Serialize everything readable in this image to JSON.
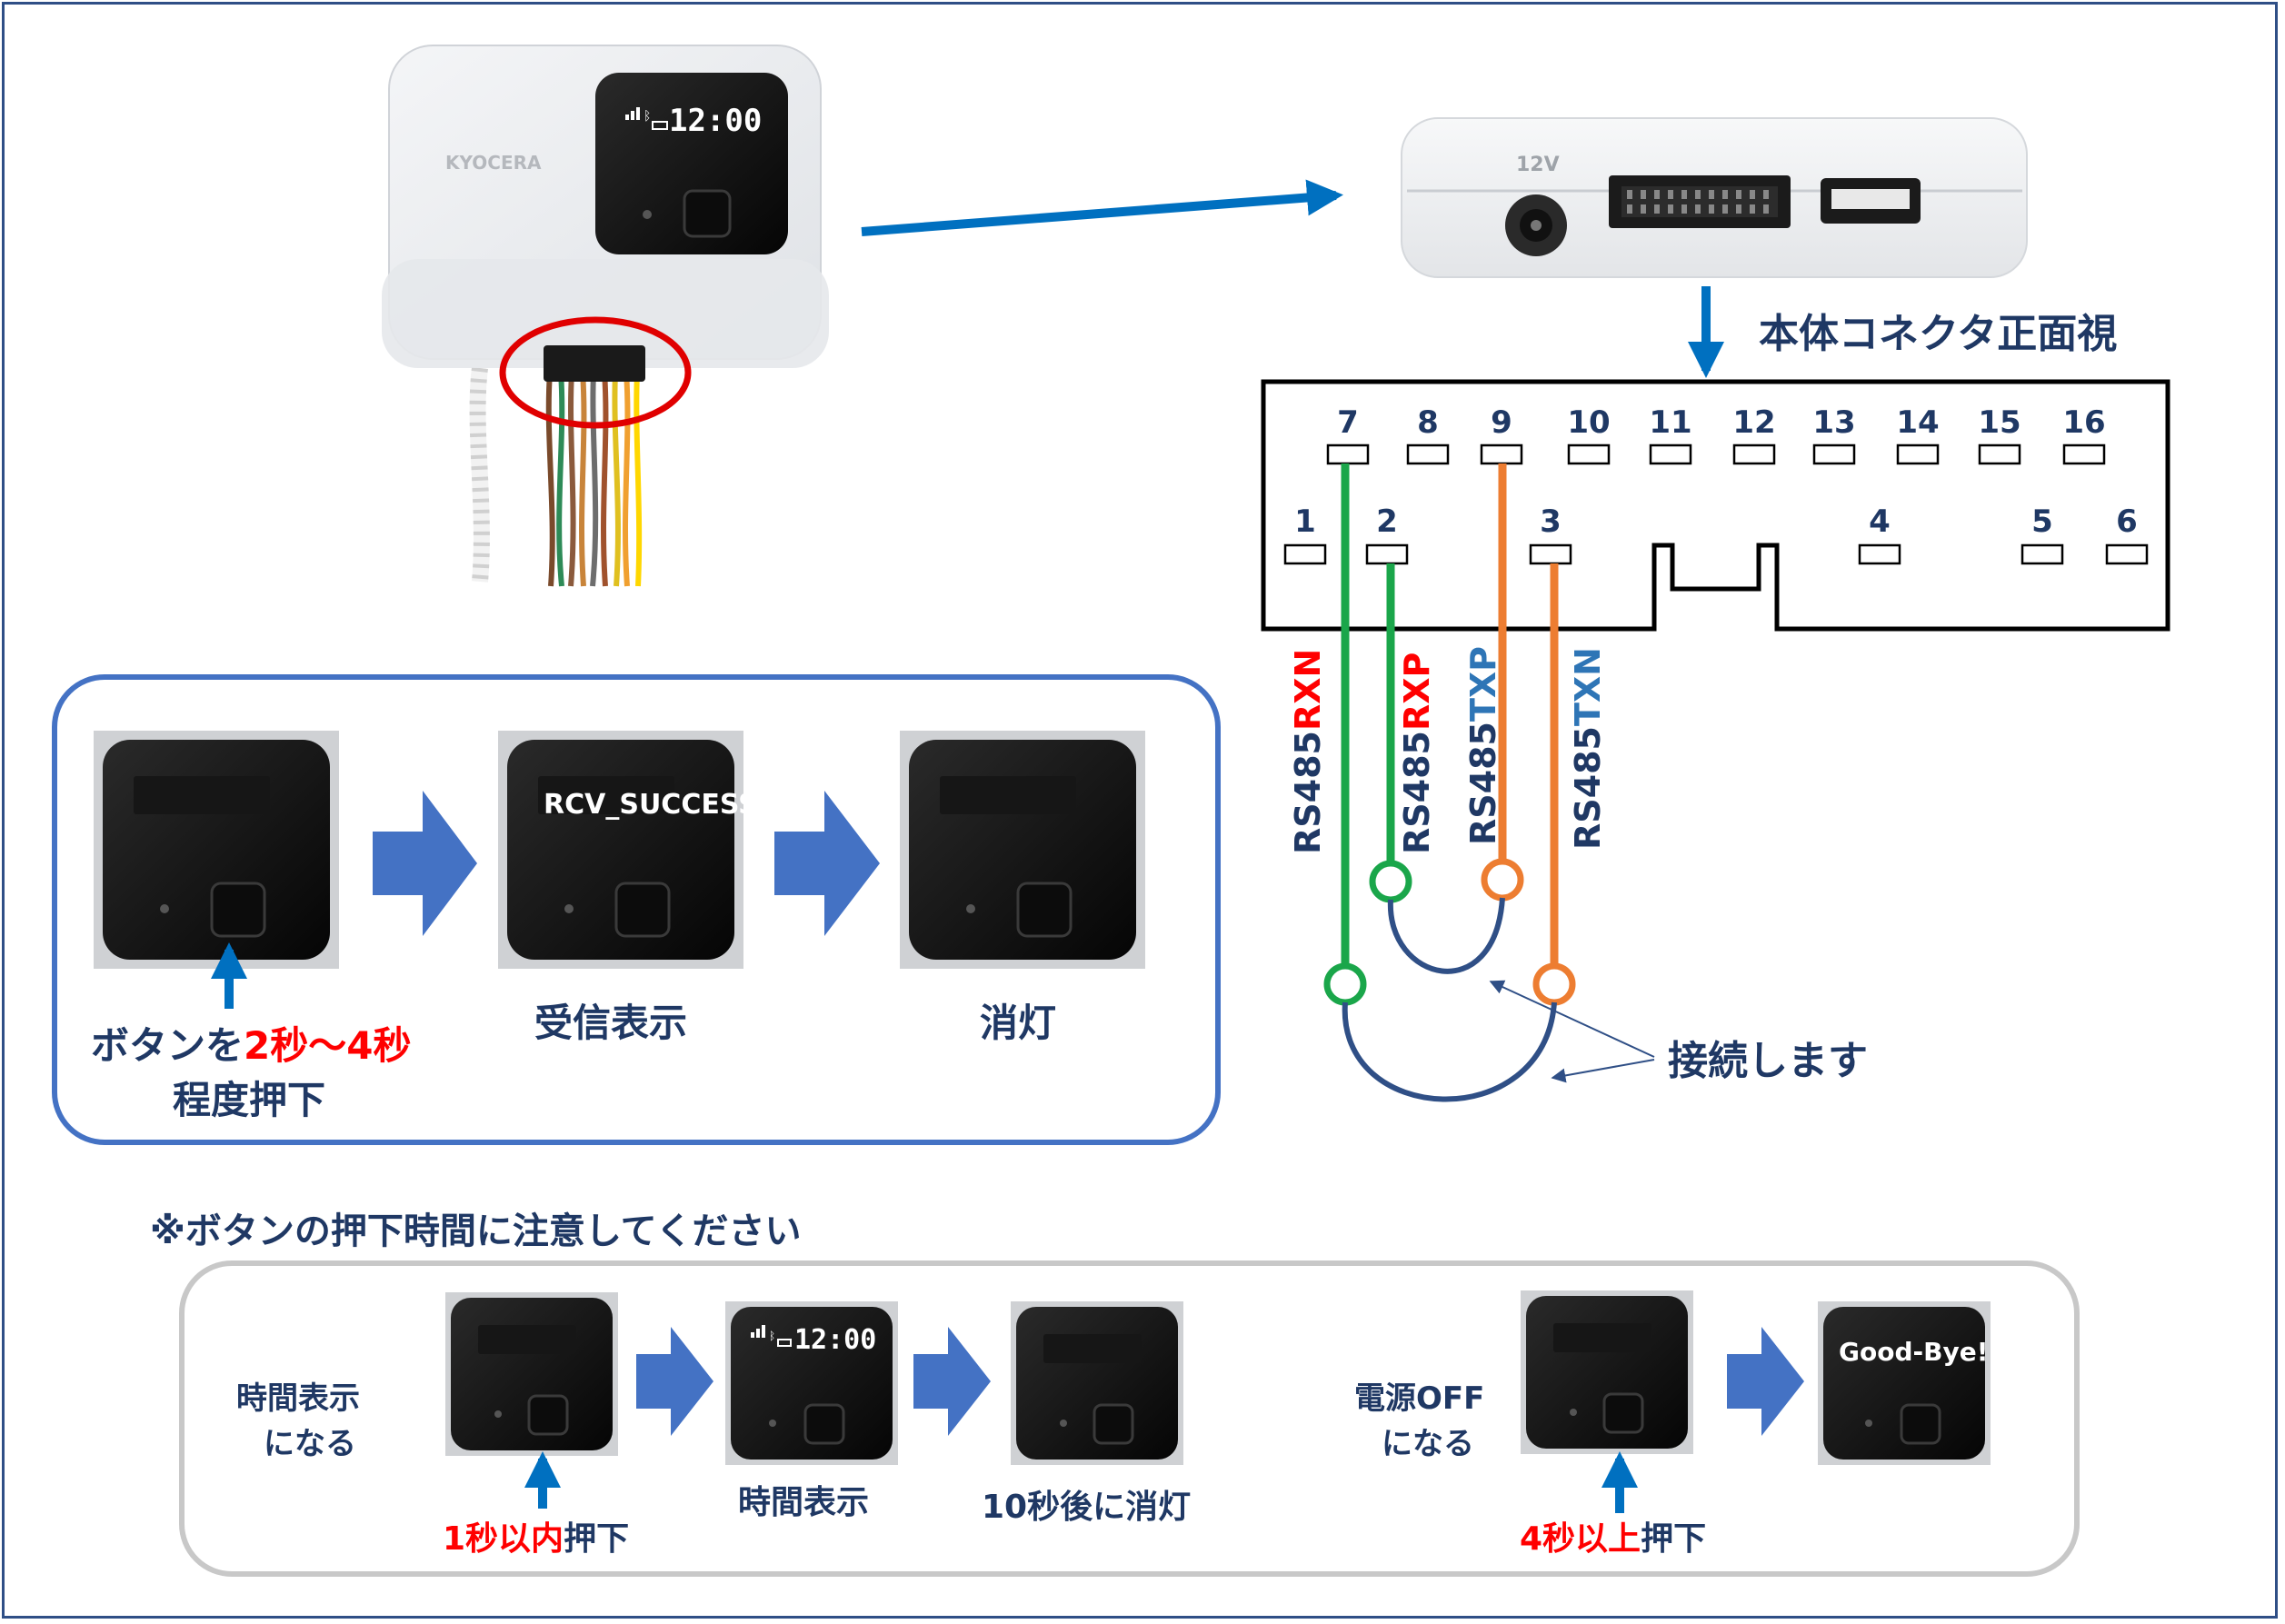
{
  "device": {
    "brand": "KYOCERA",
    "clock": "12:00",
    "port_label": "12V"
  },
  "connector": {
    "title": "本体コネクタ正面視",
    "top_pins": [
      "7",
      "8",
      "9",
      "10",
      "11",
      "12",
      "13",
      "14",
      "15",
      "16"
    ],
    "bottom_pins": [
      "1",
      "2",
      "3",
      "4",
      "5",
      "6"
    ]
  },
  "wires": {
    "rxn": {
      "prefix": "RS485",
      "suffix": "RXN"
    },
    "rxp": {
      "prefix": "RS485",
      "suffix": "RXP"
    },
    "txp": {
      "prefix": "RS485",
      "suffix": "TXP"
    },
    "txn": {
      "prefix": "RS485",
      "suffix": "TXN"
    },
    "connect_label": "接続します"
  },
  "receive_panel": {
    "display_text": "RCV_SUCCESS",
    "press_red": "2秒～4秒",
    "press_pre": "ボタンを",
    "press_line2": "程度押下",
    "step2_label": "受信表示",
    "step3_label": "消灯"
  },
  "note": "※ボタンの押下時間に注意してください",
  "bottom_panel": {
    "time_title_1": "時間表示",
    "time_title_2": "になる",
    "time_press_red": "1秒以内",
    "time_press_suffix": "押下",
    "time_step_label": "時間表示",
    "off_step_label": "10秒後に消灯",
    "power_title_1": "電源OFF",
    "power_title_2": "になる",
    "power_press_red": "4秒以上",
    "power_press_suffix": "押下",
    "goodbye": "Good-Bye!"
  },
  "colors": {
    "navy": "#1f3864",
    "red": "#ff0000",
    "blue_text": "#2e75b6",
    "green_wire": "#1aa64a",
    "orange_wire": "#ed7d31",
    "loop": "#2f4f86",
    "arrow_blue": "#0070c0",
    "block_arrow": "#4472c4"
  },
  "icons": [
    "signal-icon",
    "bluetooth-icon",
    "battery-icon",
    "power-jack-icon",
    "usb-port-icon",
    "button-icon"
  ]
}
